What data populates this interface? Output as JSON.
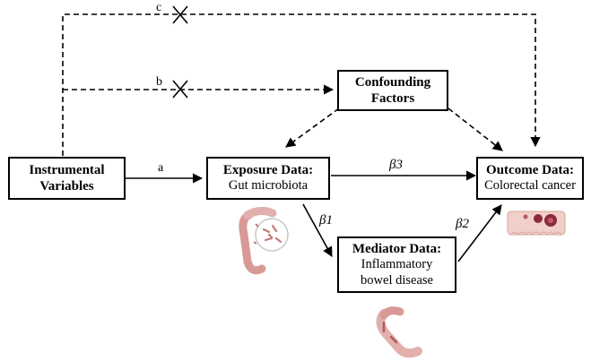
{
  "boxes": {
    "instrumental": {
      "line1": "Instrumental",
      "line2": "Variables"
    },
    "confounding": {
      "line1": "Confounding",
      "line2": "Factors"
    },
    "exposure": {
      "title": "Exposure Data:",
      "subtitle": "Gut microbiota"
    },
    "outcome": {
      "title": "Outcome Data:",
      "subtitle": "Colorectal cancer"
    },
    "mediator": {
      "title": "Mediator Data:",
      "line2": "Inflammatory",
      "line3": "bowel disease"
    }
  },
  "paths": {
    "a": "a",
    "b": "b",
    "c": "c",
    "beta1": "β1",
    "beta2": "β2",
    "beta3": "β3"
  },
  "icons": {
    "exposure": "gut-microbiota-illustration",
    "outcome": "colorectal-cancer-illustration",
    "mediator": "inflamed-colon-illustration",
    "blocked": "cross-mark"
  },
  "colors": {
    "line": "#000000",
    "colon_tissue": "#e8b4b0",
    "colon_dark": "#b45a5a",
    "tumor": "#8a2a3a"
  }
}
